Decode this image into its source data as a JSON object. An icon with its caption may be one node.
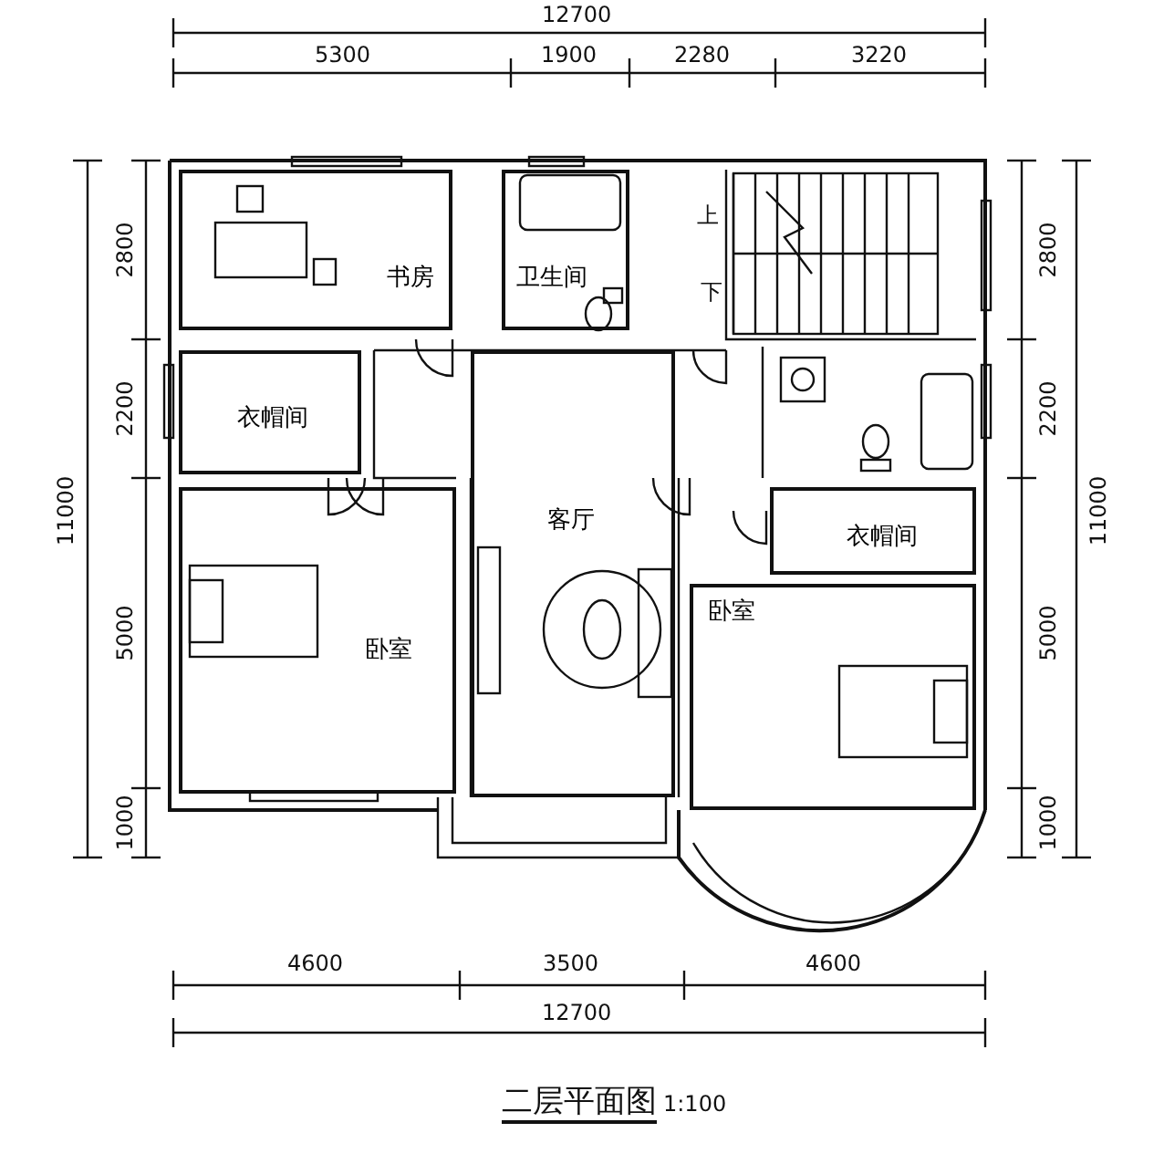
{
  "diagram": {
    "title": "二层平面图",
    "nodes": [
      {
        "text": [
          "书房"
        ]
      },
      {
        "text": [
          "卫生间"
        ]
      },
      {
        "text": [
          "衣帽间"
        ]
      },
      {
        "text": [
          "客厅"
        ]
      },
      {
        "text": [
          "衣帽间"
        ]
      },
      {
        "text": [
          "卧室"
        ]
      },
      {
        "text": [
          "卧室"
        ]
      }
    ],
    "edges": [],
    "labels": [
      "12700",
      "5300",
      "1900",
      "2280",
      "3220",
      "2800",
      "2200",
      "11000",
      "5000",
      "1000",
      "2800",
      "2200",
      "11000",
      "5000",
      "1000",
      "上",
      "下",
      "4600",
      "3500",
      "4600",
      "12700",
      "1:100"
    ]
  }
}
